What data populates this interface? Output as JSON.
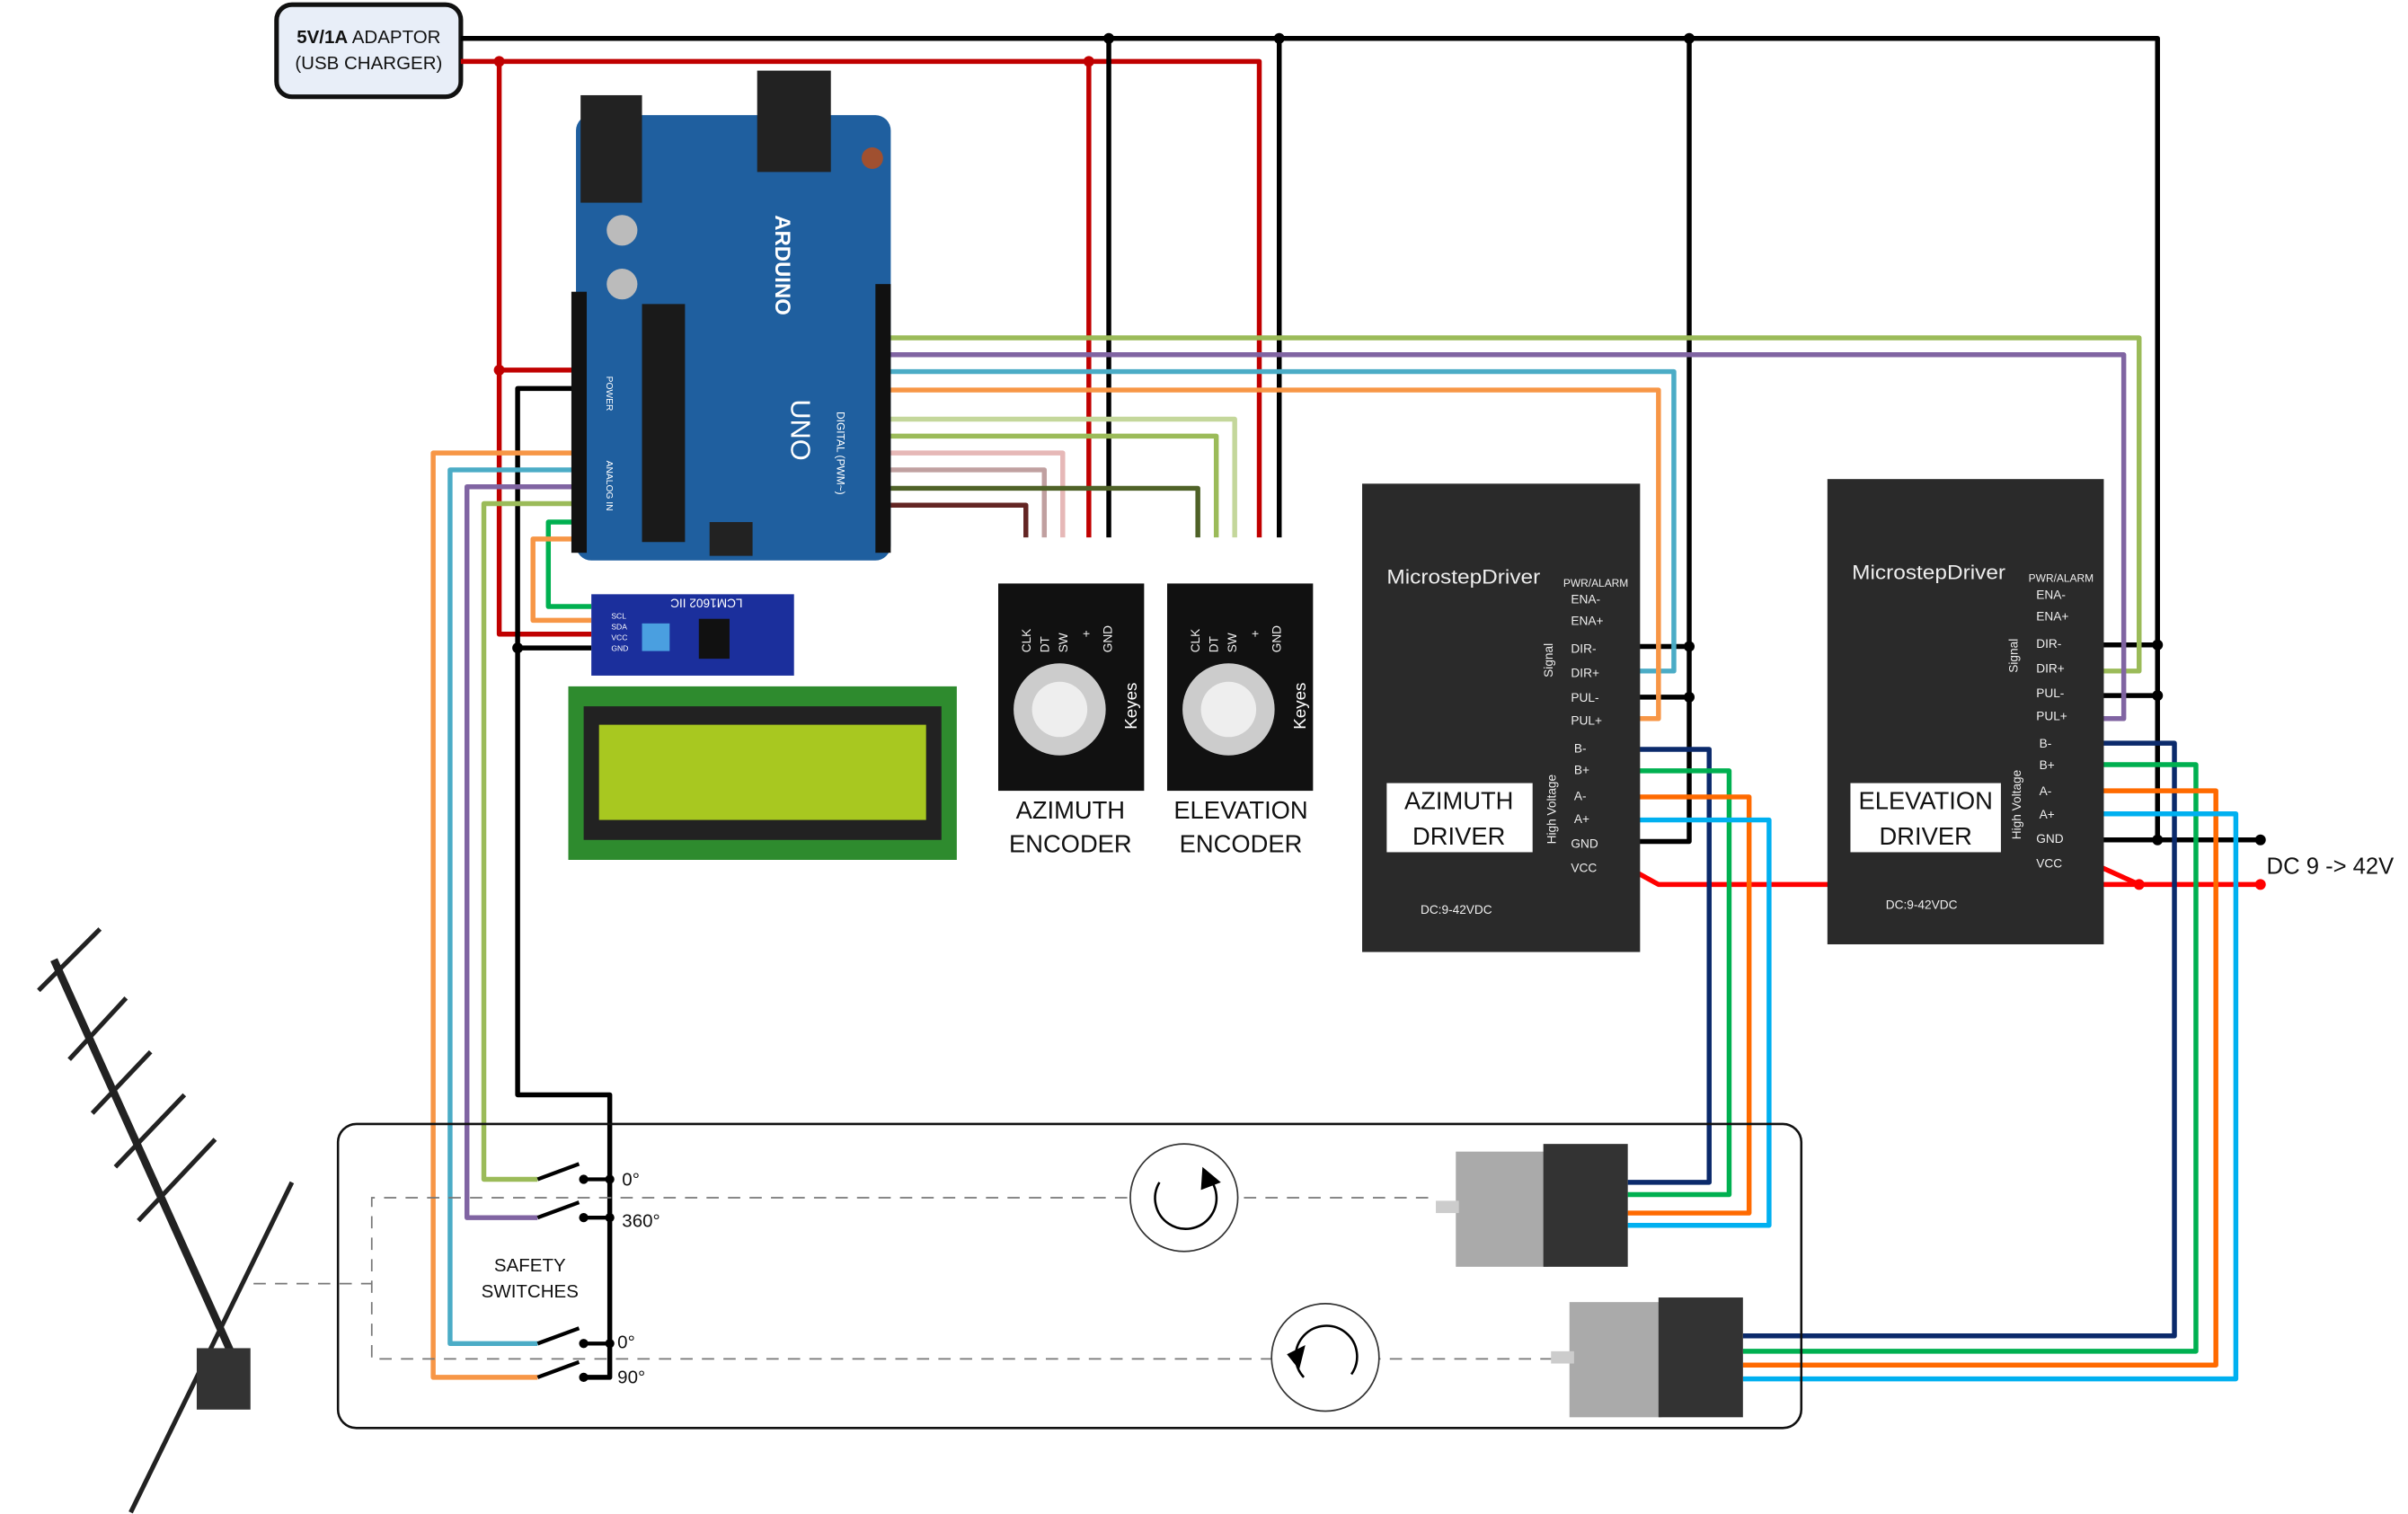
{
  "adaptor": {
    "line1_bold": "5V/1A",
    "line1_rest": " ADAPTOR",
    "line2": "(USB CHARGER)"
  },
  "encoders": [
    {
      "line1": "AZIMUTH",
      "line2": "ENCODER",
      "pins": [
        "CLK",
        "DT",
        "SW",
        "+",
        "GND"
      ],
      "brand": "Keyes"
    },
    {
      "line1": "ELEVATION",
      "line2": "ENCODER",
      "pins": [
        "CLK",
        "DT",
        "SW",
        "+",
        "GND"
      ],
      "brand": "Keyes"
    }
  ],
  "drivers": [
    {
      "line1": "AZIMUTH",
      "line2": "DRIVER",
      "title": "MicrostepDriver",
      "rating": "DC:9-42VDC",
      "signal_label": "Signal",
      "hv_label": "High Voltage",
      "alarm": "PWR/ALARM",
      "terminals": [
        "ENA-",
        "ENA+",
        "DIR-",
        "DIR+",
        "PUL-",
        "PUL+",
        "B-",
        "B+",
        "A-",
        "A+",
        "GND",
        "VCC"
      ]
    },
    {
      "line1": "ELEVATION",
      "line2": "DRIVER",
      "title": "MicrostepDriver",
      "rating": "DC:9-42VDC",
      "signal_label": "Signal",
      "hv_label": "High Voltage",
      "alarm": "PWR/ALARM",
      "terminals": [
        "ENA-",
        "ENA+",
        "DIR-",
        "DIR+",
        "PUL-",
        "PUL+",
        "B-",
        "B+",
        "A-",
        "A+",
        "GND",
        "VCC"
      ]
    }
  ],
  "power_label": "DC 9 -> 42V",
  "lcd": {
    "module_label": "LCM1602 IIC",
    "pins": [
      "GND",
      "VCC",
      "SDA",
      "SCL"
    ]
  },
  "arduino": {
    "brand": "ARDUINO",
    "model": "UNO",
    "digital": "DIGITAL (PWM~)",
    "power": "POWER",
    "analog": "ANALOG IN"
  },
  "switches": {
    "title_line1": "SAFETY",
    "title_line2": "SWITCHES",
    "labels": [
      "0°",
      "360°",
      "0°",
      "90°"
    ]
  },
  "colors": {
    "red": "#d00000",
    "black": "#000000",
    "lightgreen": "#9bbb59",
    "purple": "#8064a2",
    "blue": "#4bacc6",
    "orange": "#f79646",
    "navy": "#0b2a6b",
    "green": "#00b050",
    "motor_orange": "#ff6a00",
    "cyan": "#00b0f0",
    "dc_red": "#ff0000"
  }
}
